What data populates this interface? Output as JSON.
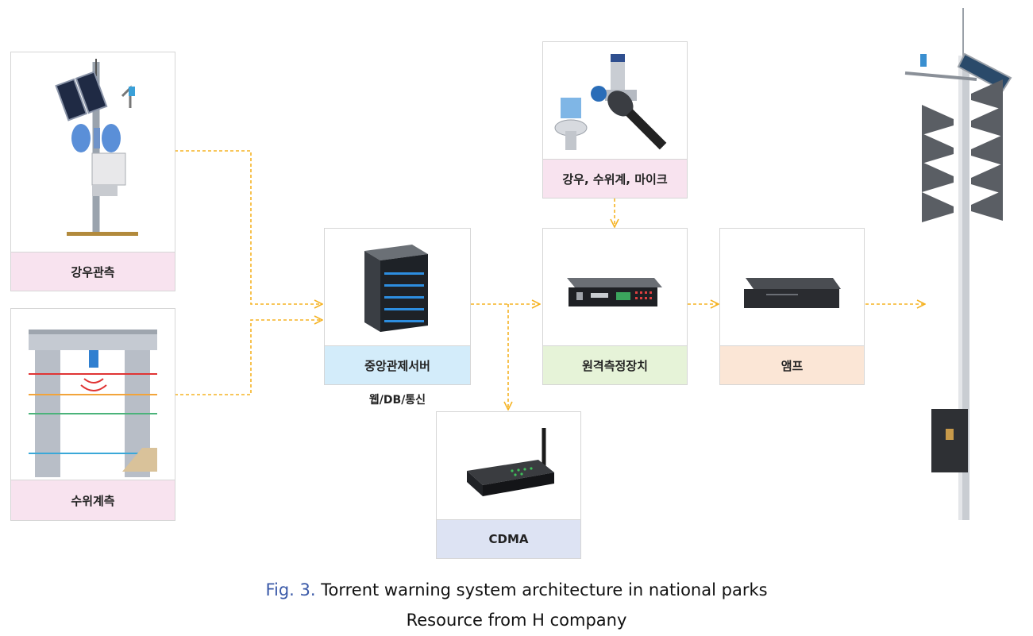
{
  "nodes": {
    "rain": {
      "label": "강우관측"
    },
    "water": {
      "label": "수위계측"
    },
    "server": {
      "label": "중앙관제서버",
      "sublabel": "웹/DB/통신"
    },
    "sensors": {
      "label": "강우, 수위계, 마이크"
    },
    "remote": {
      "label": "원격측정장치"
    },
    "amp": {
      "label": "앰프"
    },
    "cdma": {
      "label": "CDMA"
    }
  },
  "caption": {
    "prefix": "Fig. 3.",
    "title": "Torrent warning system architecture in national parks",
    "source": "Resource from H company"
  },
  "colors": {
    "arrow": "#f5b324",
    "rain_label_bg": "#f8e3ef",
    "water_label_bg": "#f8e3ef",
    "server_label_bg": "#d3ecfa",
    "sensors_label_bg": "#f8e3ef",
    "remote_label_bg": "#e6f3d8",
    "amp_label_bg": "#fbe6d6",
    "cdma_label_bg": "#dde3f3",
    "caption_prefix": "#3b5aa8"
  }
}
